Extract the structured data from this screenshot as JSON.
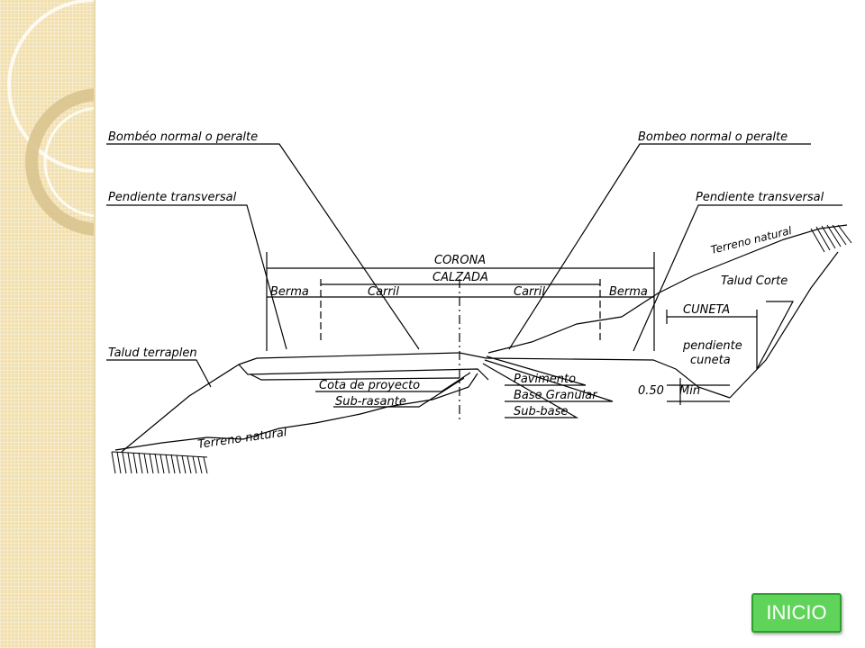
{
  "diagram": {
    "label_bombeo_left": "Bombéo normal o peralte",
    "label_bombeo_right": "Bombeo normal o peralte",
    "label_pendiente_left": "Pendiente transversal",
    "label_pendiente_right": "Pendiente transversal",
    "label_terreno_natural_right": "Terreno natural",
    "label_talud_corte": "Talud Corte",
    "label_corona": "CORONA",
    "label_calzada": "CALZADA",
    "label_berma_left": "Berma",
    "label_carril_left": "Carril",
    "label_carril_right": "Carril",
    "label_berma_right": "Berma",
    "label_cuneta": "CUNETA",
    "label_pendiente_cuneta_1": "pendiente",
    "label_pendiente_cuneta_2": "cuneta",
    "label_talud_terraplen": "Talud terraplen",
    "label_cota_proyecto": "Cota de proyecto",
    "label_sub_rasante": "Sub-rasante",
    "label_pavimento": "Pavimento",
    "label_base_granular": "Base Granular",
    "label_sub_base": "Sub-base",
    "label_min_value": "0.50",
    "label_min": "Min",
    "label_terreno_natural_left": "Terreno natural"
  },
  "button": {
    "inicio_label": "INICIO"
  },
  "colors": {
    "button_bg": "#5fd35a",
    "button_border": "#2e9f2c",
    "panel_bg": "#f1dfae"
  }
}
